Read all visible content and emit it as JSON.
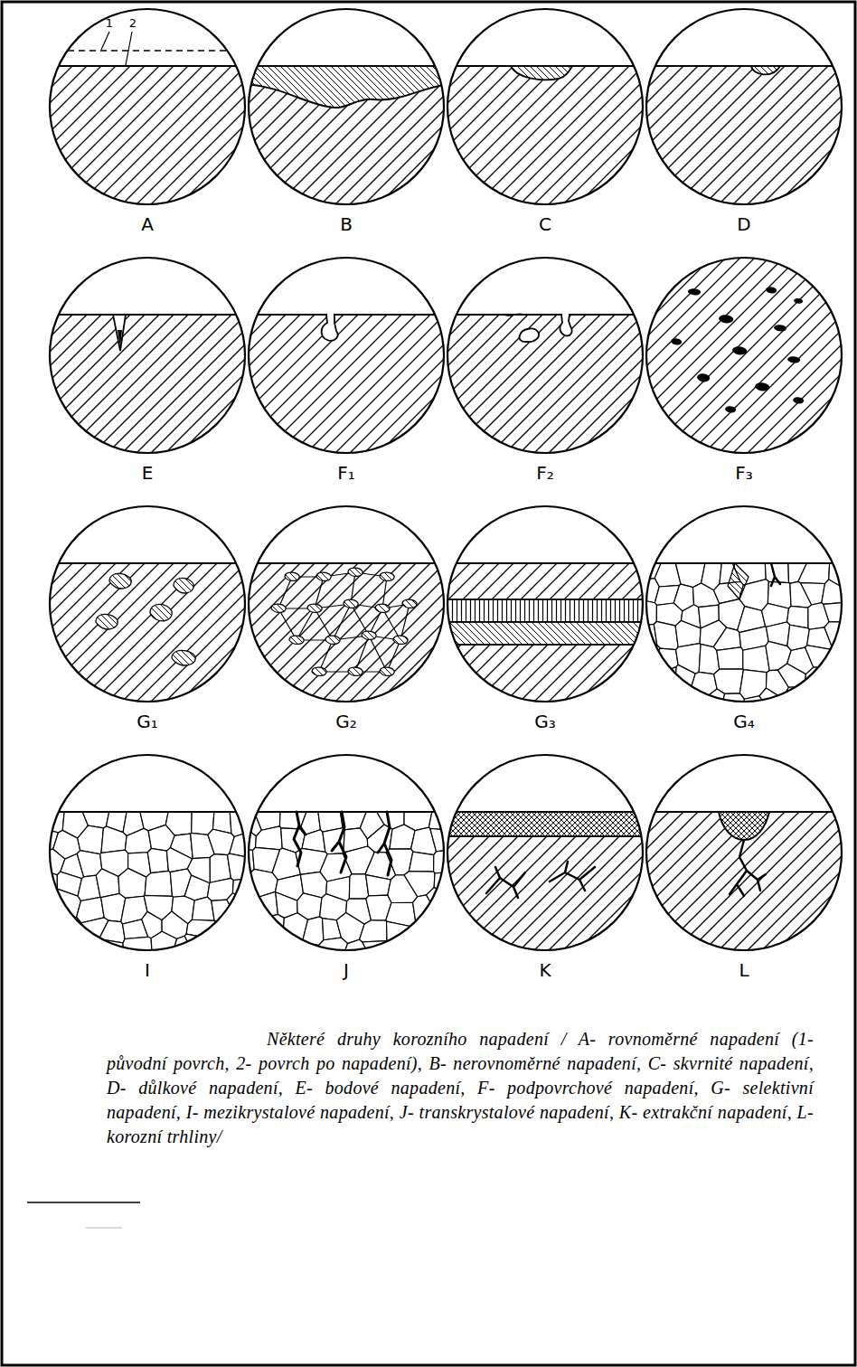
{
  "diagram": {
    "caption": "Některé druhy korozního napadení / A- rovnoměrné napadení (1- původní povrch, 2- povrch po napadení), B- nerovnoměrné napadení, C- skvrnité napadení, D- důlkové napadení, E- bodové napadení, F- podpovrchové napadení, G- selektivní napadení, I- mezikrystalové napadení, J- transkrystalové napadení, K- extrakční napadení, L- korozní trhliny/",
    "labels": [
      "1",
      "2",
      "A",
      "B",
      "C",
      "D",
      "E",
      "F₁",
      "F₂",
      "F₃",
      "G₁",
      "G₂",
      "G₃",
      "G₄",
      "I",
      "J",
      "K",
      "L"
    ]
  }
}
